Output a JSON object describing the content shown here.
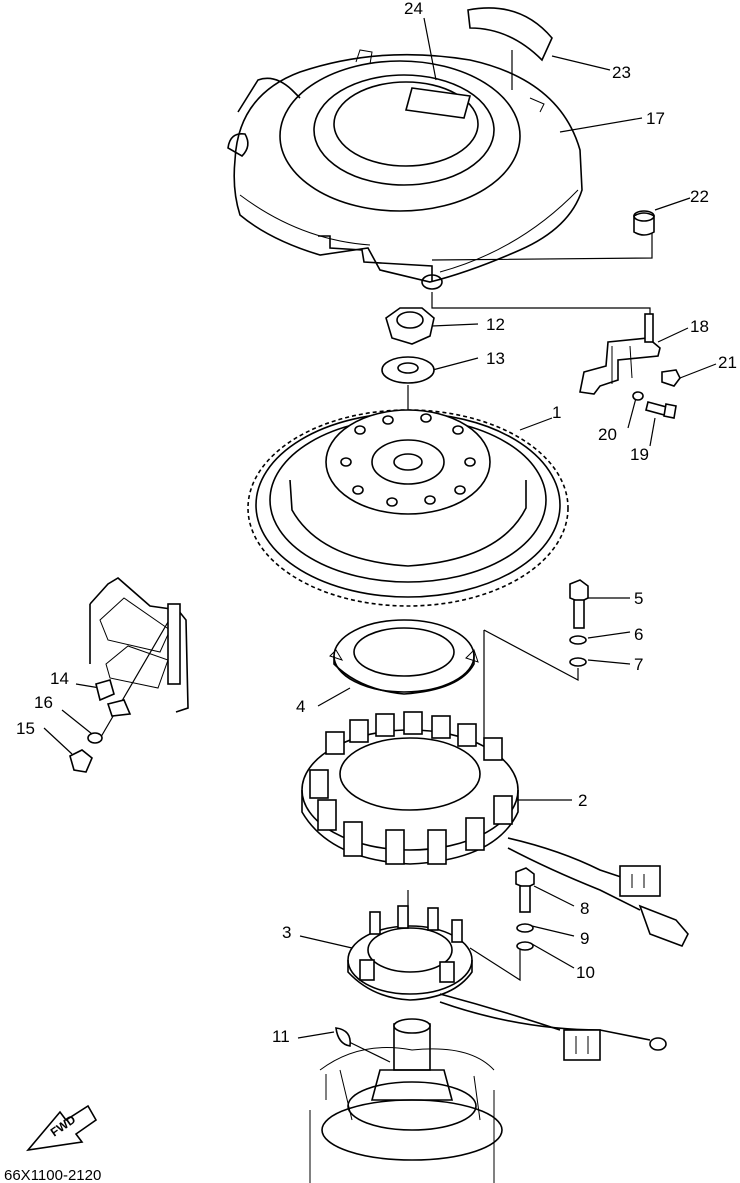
{
  "diagram_code": "66X1100-2120",
  "fwd_label": "FWD",
  "callouts": {
    "c1": "1",
    "c2": "2",
    "c3": "3",
    "c4": "4",
    "c5": "5",
    "c6": "6",
    "c7": "7",
    "c8": "8",
    "c9": "9",
    "c10": "10",
    "c11": "11",
    "c12": "12",
    "c13": "13",
    "c14": "14",
    "c15": "15",
    "c16": "16",
    "c17": "17",
    "c18": "18",
    "c19": "19",
    "c20": "20",
    "c21": "21",
    "c22": "22",
    "c23": "23",
    "c24": "24"
  }
}
